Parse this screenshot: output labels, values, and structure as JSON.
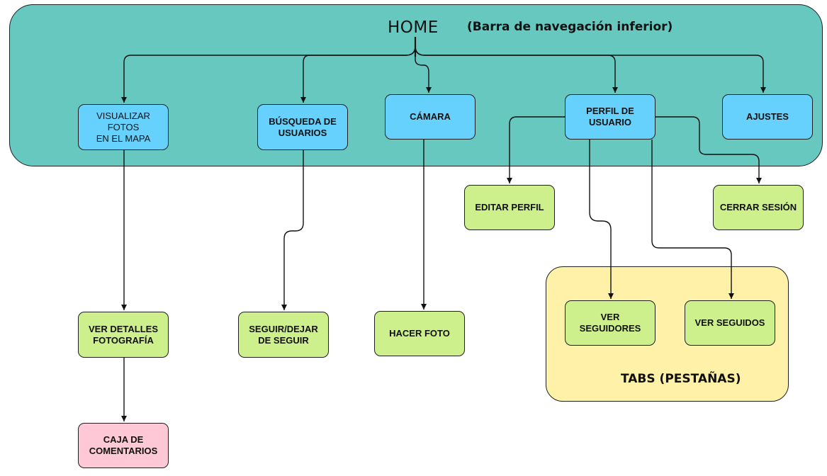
{
  "colors": {
    "nav_region": "#66c8bf",
    "tabs_region": "#fff1a8",
    "screen_node": "#66d1fc",
    "action_node": "#cdf08c",
    "comment_node": "#ffc8d6",
    "edge": "#111111"
  },
  "home": {
    "label": "HOME"
  },
  "nav_region": {
    "caption": "(Barra de navegación inferior)"
  },
  "tabs_region": {
    "caption": "TABS (PESTAÑAS)"
  },
  "nodes": {
    "visualizar": "VISUALIZAR FOTOS\nEN EL MAPA",
    "busqueda": "BÚSQUEDA DE\nUSUARIOS",
    "camara": "CÁMARA",
    "perfil": "PERFIL DE\nUSUARIO",
    "ajustes": "AJUSTES",
    "editar": "EDITAR PERFIL",
    "cerrar": "CERRAR SESIÓN",
    "seguidores": "VER\nSEGUIDORES",
    "seguidos": "VER SEGUIDOS",
    "detalles": "VER DETALLES\nFOTOGRAFÍA",
    "seguir": "SEGUIR/DEJAR\nDE SEGUIR",
    "hacer_foto": "HACER FOTO",
    "comentarios": "CAJA DE\nCOMENTARIOS"
  },
  "edges": [
    {
      "from": "home",
      "to": "visualizar"
    },
    {
      "from": "home",
      "to": "busqueda"
    },
    {
      "from": "home",
      "to": "camara"
    },
    {
      "from": "home",
      "to": "perfil"
    },
    {
      "from": "home",
      "to": "ajustes"
    },
    {
      "from": "perfil",
      "to": "editar"
    },
    {
      "from": "perfil",
      "to": "cerrar"
    },
    {
      "from": "perfil",
      "to": "seguidores"
    },
    {
      "from": "perfil",
      "to": "seguidos"
    },
    {
      "from": "visualizar",
      "to": "detalles"
    },
    {
      "from": "busqueda",
      "to": "seguir"
    },
    {
      "from": "camara",
      "to": "hacer_foto"
    },
    {
      "from": "detalles",
      "to": "comentarios"
    }
  ]
}
